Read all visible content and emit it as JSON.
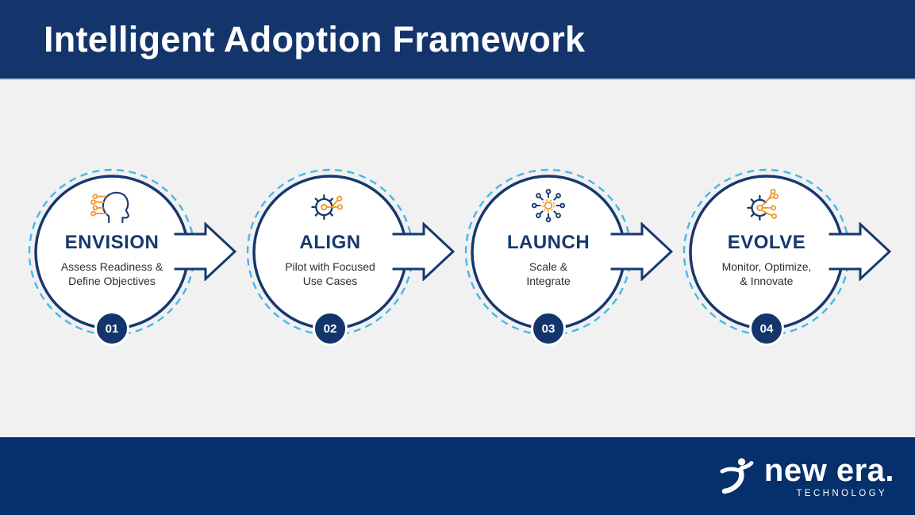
{
  "header": {
    "title": "Intelligent Adoption Framework"
  },
  "steps": [
    {
      "number": "01",
      "title": "ENVISION",
      "desc_line1": "Assess Readiness &",
      "desc_line2": "Define Objectives",
      "icon": "ai-head-icon"
    },
    {
      "number": "02",
      "title": "ALIGN",
      "desc_line1": "Pilot with Focused",
      "desc_line2": "Use Cases",
      "icon": "gear-circuit-icon"
    },
    {
      "number": "03",
      "title": "LAUNCH",
      "desc_line1": "Scale &",
      "desc_line2": "Integrate",
      "icon": "network-hub-icon"
    },
    {
      "number": "04",
      "title": "EVOLVE",
      "desc_line1": "Monitor, Optimize,",
      "desc_line2": "& Innovate",
      "icon": "gear-branches-icon"
    }
  ],
  "footer": {
    "brand": "new era.",
    "brand_sub": "TECHNOLOGY"
  },
  "colors": {
    "navy": "#14356b",
    "footer_navy": "#05306b",
    "circle_stroke": "#16386e",
    "dashed_ring": "#45b8e8",
    "accent_orange": "#ef9b2d",
    "background": "#f1f1f2",
    "text_dark": "#2d2d2d",
    "white": "#ffffff"
  }
}
